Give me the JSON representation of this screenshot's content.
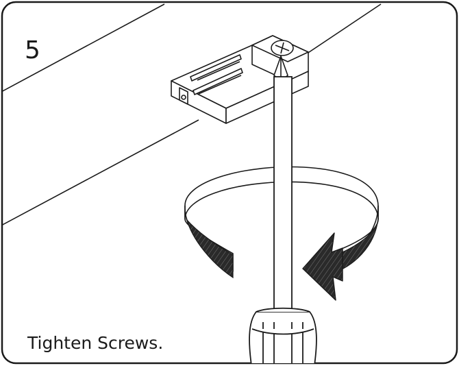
{
  "step": {
    "number": "5",
    "caption": "Tighten Screws."
  },
  "illustration": {
    "subject": "screwdriver tightening screw of track connector on ceiling",
    "rotation_direction": "clockwise",
    "line_color": "#1a1a1a",
    "fill_color": "#ffffff",
    "hatch_color": "#333333"
  }
}
